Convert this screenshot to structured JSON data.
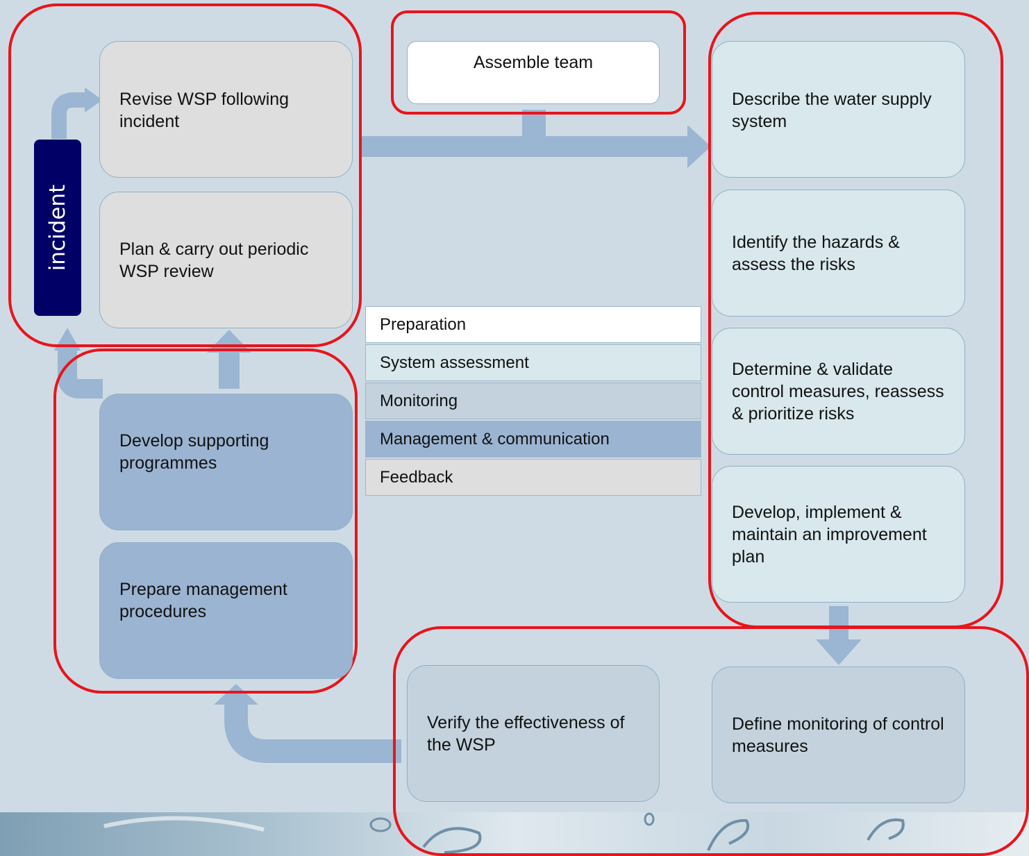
{
  "steps": {
    "assemble_team": "Assemble team",
    "describe_system": "Describe the water supply system",
    "identify_hazards": "Identify the hazards & assess the risks",
    "control_measures": "Determine & validate control measures, reassess & prioritize risks",
    "improvement_plan": "Develop, implement & maintain an improvement plan",
    "define_monitoring": "Define monitoring of control measures",
    "verify": "Verify the effectiveness of the WSP",
    "management_procedures": "Prepare management procedures",
    "supporting_programmes": "Develop supporting programmes",
    "periodic_review": "Plan & carry out periodic WSP review",
    "revise_wsp": "Revise WSP following incident"
  },
  "incident_label": "incident",
  "legend": [
    {
      "label": "Preparation",
      "color": "#ffffff"
    },
    {
      "label": "System assessment",
      "color": "#d8e8ec"
    },
    {
      "label": "Monitoring",
      "color": "#c3d2dc"
    },
    {
      "label": "Management & communication",
      "color": "#9bb4d2"
    },
    {
      "label": "Feedback",
      "color": "#dedede"
    }
  ],
  "colors": {
    "group_border": "#e8141c",
    "arrow": "#9bb6d2",
    "incident_bg": "#000066"
  }
}
